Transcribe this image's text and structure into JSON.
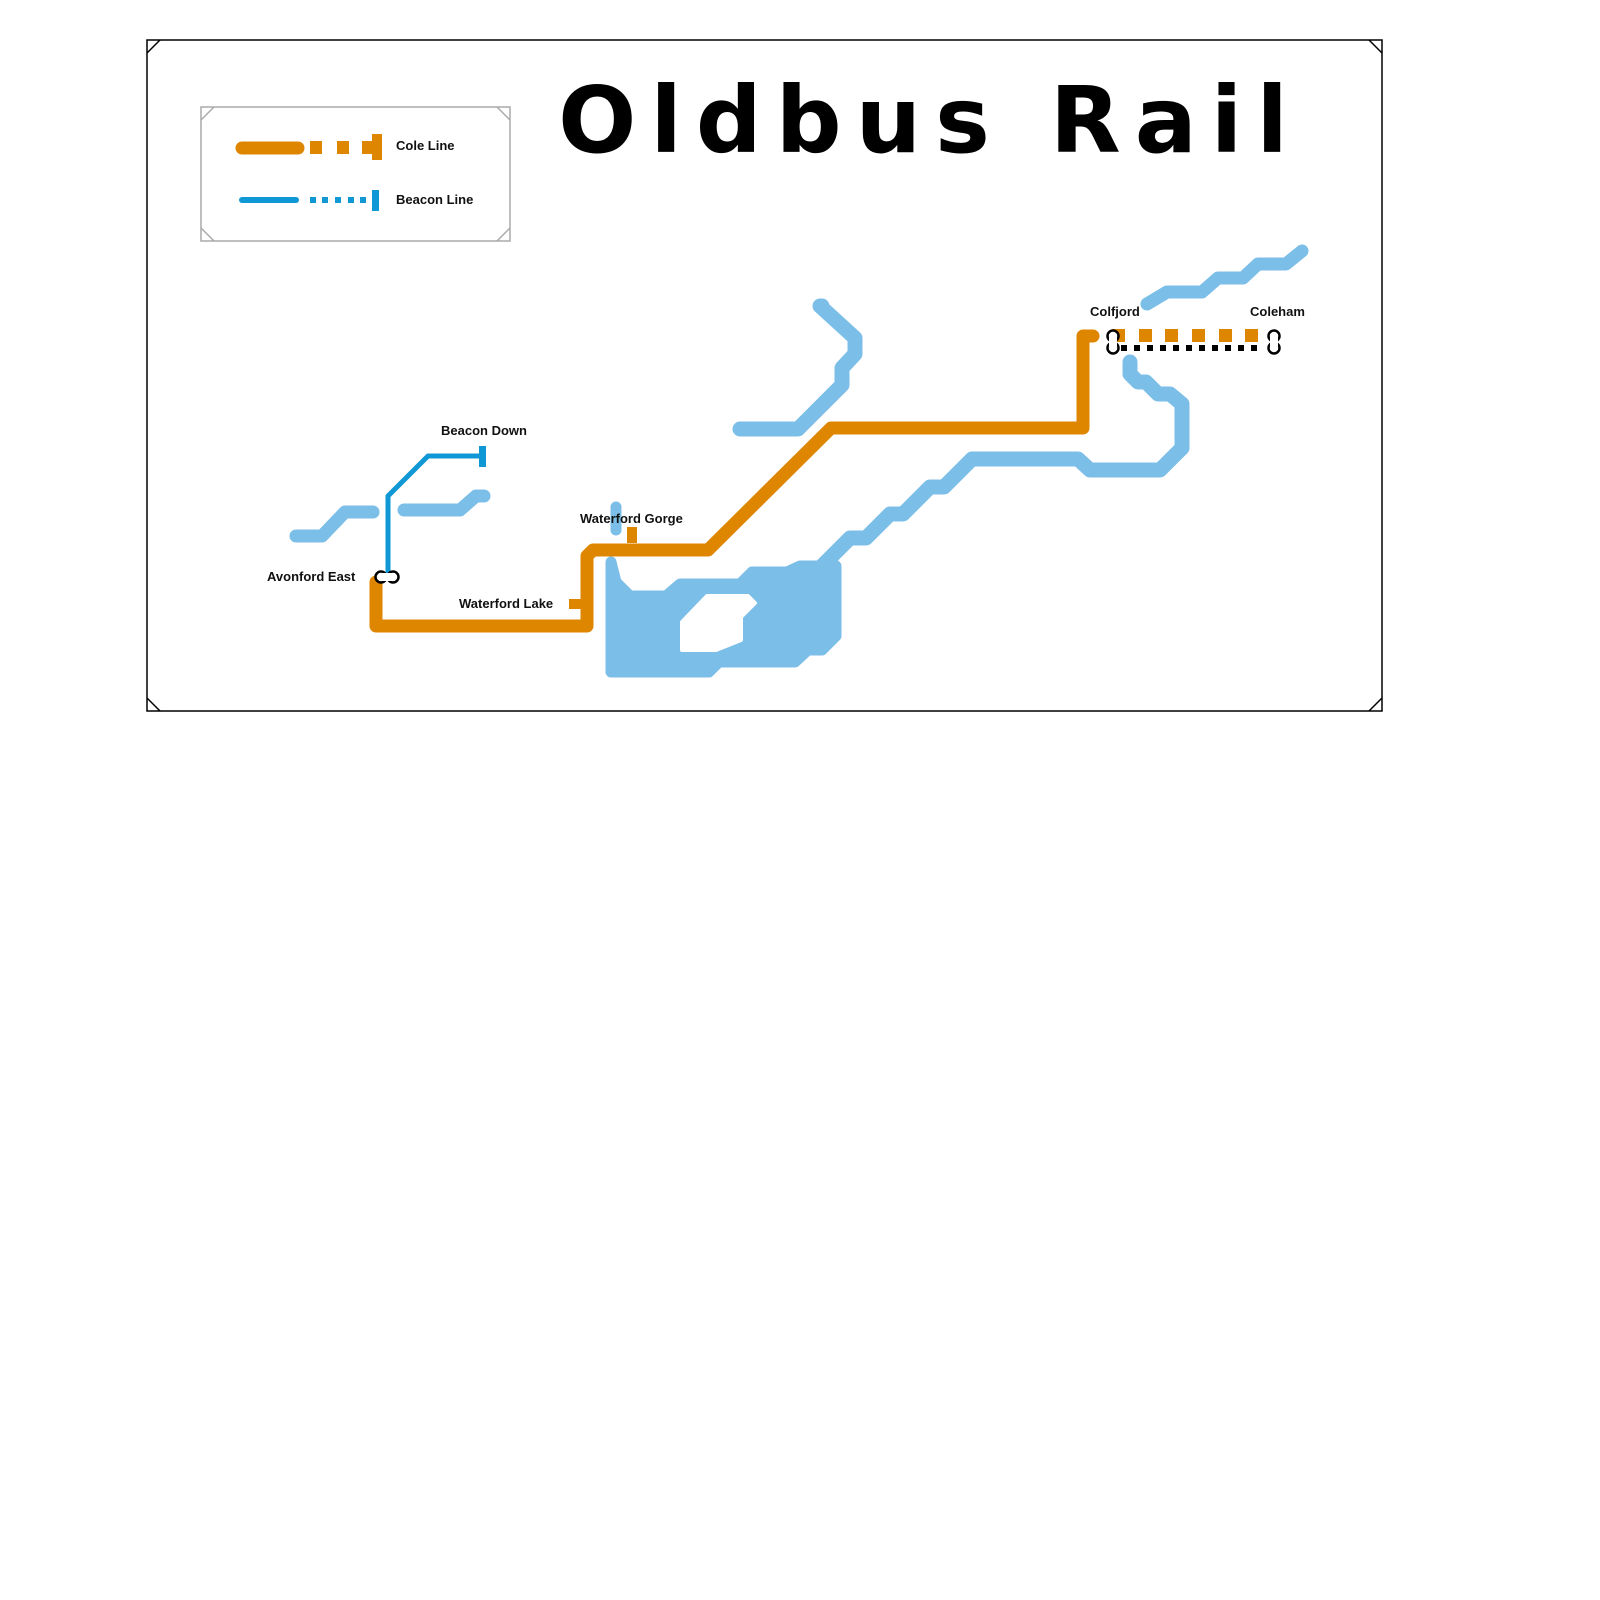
{
  "title": "Oldbus Rail",
  "colors": {
    "cole_line": "#DF8600",
    "beacon_line": "#1098D6",
    "water": "#7BBEE8",
    "frame": "#000000",
    "legend_border": "#AAAAAA",
    "background": "#FFFFFF"
  },
  "legend": {
    "items": [
      {
        "label": "Cole Line",
        "line": "cole"
      },
      {
        "label": "Beacon Line",
        "line": "beacon"
      }
    ]
  },
  "lines": [
    {
      "name": "Cole Line",
      "id": "cole",
      "stations": [
        "Avonford East",
        "Waterford Lake",
        "Waterford Gorge",
        "Colfjord",
        "Coleham"
      ]
    },
    {
      "name": "Beacon Line",
      "id": "beacon",
      "stations": [
        "Avonford East",
        "Beacon Down"
      ]
    }
  ],
  "stations": [
    {
      "name": "Beacon Down",
      "type": "terminus"
    },
    {
      "name": "Avonford East",
      "type": "interchange"
    },
    {
      "name": "Waterford Lake",
      "type": "stop"
    },
    {
      "name": "Waterford Gorge",
      "type": "stop"
    },
    {
      "name": "Colfjord",
      "type": "interchange"
    },
    {
      "name": "Coleham",
      "type": "interchange"
    }
  ]
}
